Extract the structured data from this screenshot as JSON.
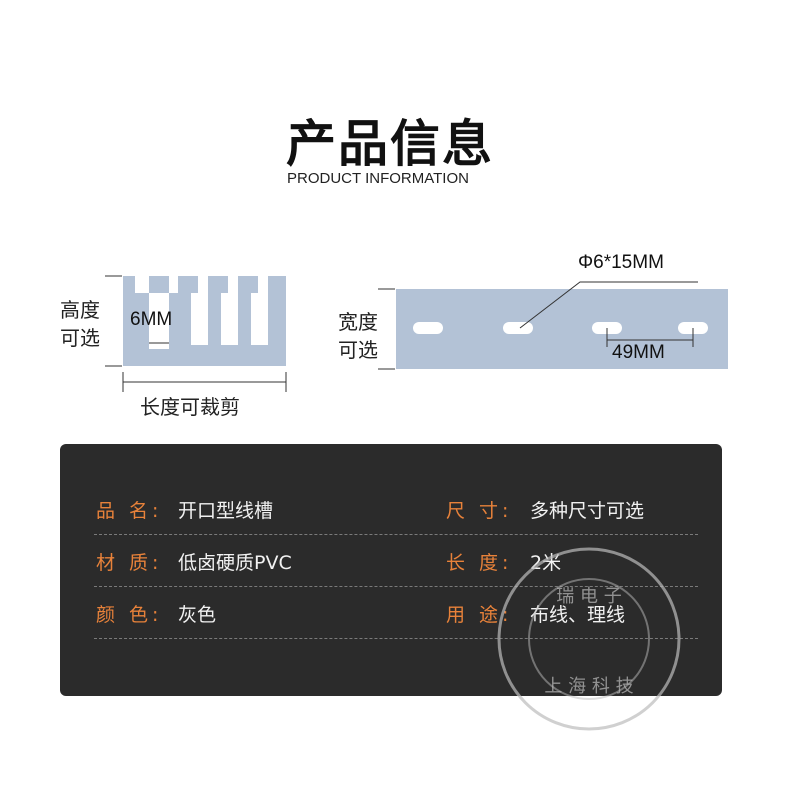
{
  "header": {
    "title": "产品信息",
    "subtitle": "PRODUCT INFORMATION"
  },
  "left_diagram": {
    "height_label_line1": "高度",
    "height_label_line2": "可选",
    "slot_width": "6MM",
    "length_label": "长度可裁剪"
  },
  "right_diagram": {
    "width_label_line1": "宽度",
    "width_label_line2": "可选",
    "hole_size": "Φ6*15MM",
    "hole_spacing": "49MM"
  },
  "specs": {
    "rows": [
      {
        "left_key": "品 名:",
        "left_val": "开口型线槽",
        "right_key": "尺 寸:",
        "right_val": "多种尺寸可选"
      },
      {
        "left_key": "材 质:",
        "left_val": "低卤硬质PVC",
        "right_key": "长 度:",
        "right_val": "2米"
      },
      {
        "left_key": "颜 色:",
        "left_val": "灰色",
        "right_key": "用 途:",
        "right_val": "布线、理线"
      }
    ]
  },
  "stamp": {
    "text": "上海瑞电子科技"
  },
  "colors": {
    "part_fill": "#b3c2d6",
    "panel_bg": "#2b2b2b",
    "key_color": "#e8823a",
    "value_color": "#f2f2f2"
  }
}
